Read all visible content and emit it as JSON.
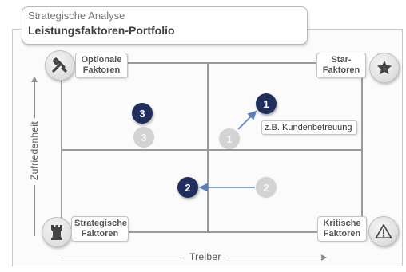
{
  "title": {
    "line1": "Strategische Analyse",
    "line2": "Leistungsfaktoren-Portfolio"
  },
  "axes": {
    "y_label": "Zufriedenheit",
    "x_label": "Treiber"
  },
  "quadrants": {
    "top_left": {
      "label_line1": "Optionale",
      "label_line2": "Faktoren",
      "icon": "tools-icon"
    },
    "top_right": {
      "label_line1": "Star-",
      "label_line2": "Faktoren",
      "icon": "star-icon"
    },
    "bottom_left": {
      "label_line1": "Strategische",
      "label_line2": "Faktoren",
      "icon": "tower-icon"
    },
    "bottom_right": {
      "label_line1": "Kritische",
      "label_line2": "Faktoren",
      "icon": "warning-icon"
    }
  },
  "factors": [
    {
      "id": "1",
      "from_label": "1",
      "to_label": "1"
    },
    {
      "id": "2",
      "from_label": "2",
      "to_label": "2"
    },
    {
      "id": "3",
      "from_label": "3",
      "to_label": "3"
    }
  ],
  "callout": "z.B. Kundenbetreuung",
  "colors": {
    "current": "#1f2e5c",
    "previous": "#d3d3d3",
    "arrow": "#5a80b8",
    "grid": "#9a9a9a"
  }
}
